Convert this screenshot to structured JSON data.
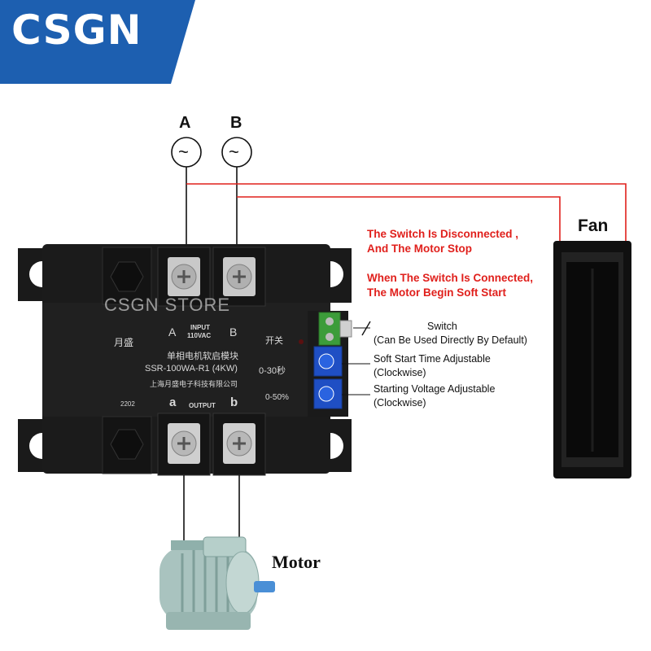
{
  "brand": {
    "name": "CSGN",
    "color": "#1d5fb0"
  },
  "phases": [
    "A",
    "B"
  ],
  "ac_symbol": "~",
  "notes": {
    "disconnected_line1": "The Switch Is Disconnected ,",
    "disconnected_line2": "And The Motor Stop",
    "connected_line1": "When The Switch Is Connected,",
    "connected_line2": "The Motor Begin Soft Start"
  },
  "controls": {
    "switch_title": "Switch",
    "switch_detail": "(Can Be Used Directly By Default)",
    "soft_start_title": "Soft Start Time Adjustable",
    "soft_start_detail": "(Clockwise)",
    "voltage_title": "Starting Voltage Adjustable",
    "voltage_detail": "(Clockwise)"
  },
  "fan_label": "Fan",
  "motor_label": "Motor",
  "watermark": "CSGN STORE",
  "device": {
    "brand_mark": "月盛",
    "input_label": "INPUT",
    "input_voltage": "110VAC",
    "terminal_a": "A",
    "terminal_b": "B",
    "switch_cn": "开关",
    "product_cn": "单相电机软启模块",
    "model": "SSR-100WA-R1 (4KW)",
    "range_time": "0-30秒",
    "company_cn": "上海月盛电子科技有限公司",
    "range_voltage": "0-50%",
    "batch": "2202",
    "output_label": "OUTPUT",
    "out_a": "a",
    "out_b": "b"
  },
  "colors": {
    "wire_red": "#e0201c",
    "wire_black": "#111111",
    "knob_blue": "#1f4fc4",
    "terminal_green": "#3c9c3a"
  }
}
